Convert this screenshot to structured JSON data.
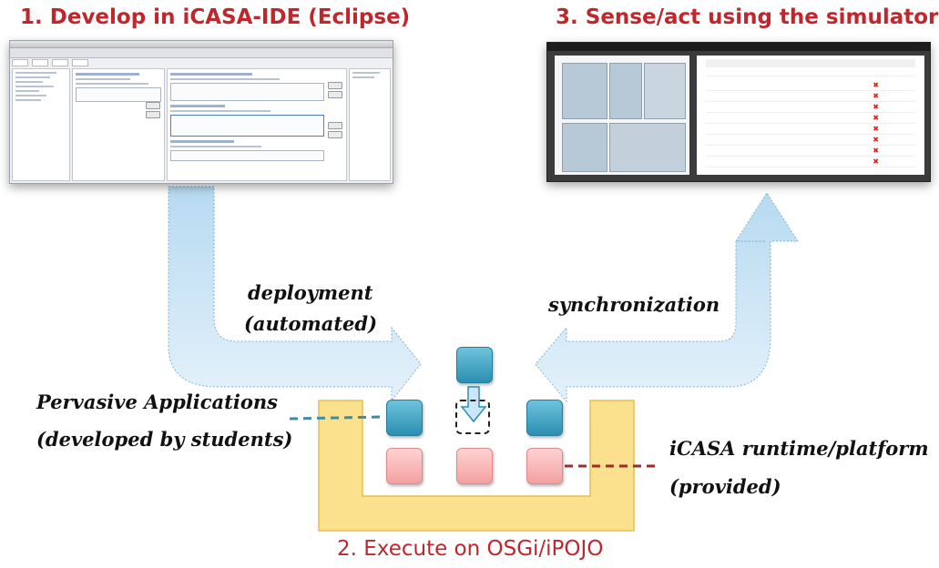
{
  "titles": {
    "step1": "1. Develop in iCASA-IDE (Eclipse)",
    "step2": "2. Execute on OSGi/iPOJO",
    "step3": "3. Sense/act using the simulator"
  },
  "labels": {
    "deployment": "deployment",
    "automated": "(automated)",
    "synchronization": "synchronization",
    "pervasive_apps": "Pervasive Applications",
    "developed_by": "(developed by students)",
    "runtime": "iCASA runtime/platform",
    "provided": "(provided)"
  },
  "colors": {
    "title_red": "#c0272d",
    "platform_yellow": "#fbe08e",
    "arrow_blue": "#cfe7f6",
    "bundle_blue": "#2b8fb1",
    "bundle_red": "#f3a0a0"
  }
}
